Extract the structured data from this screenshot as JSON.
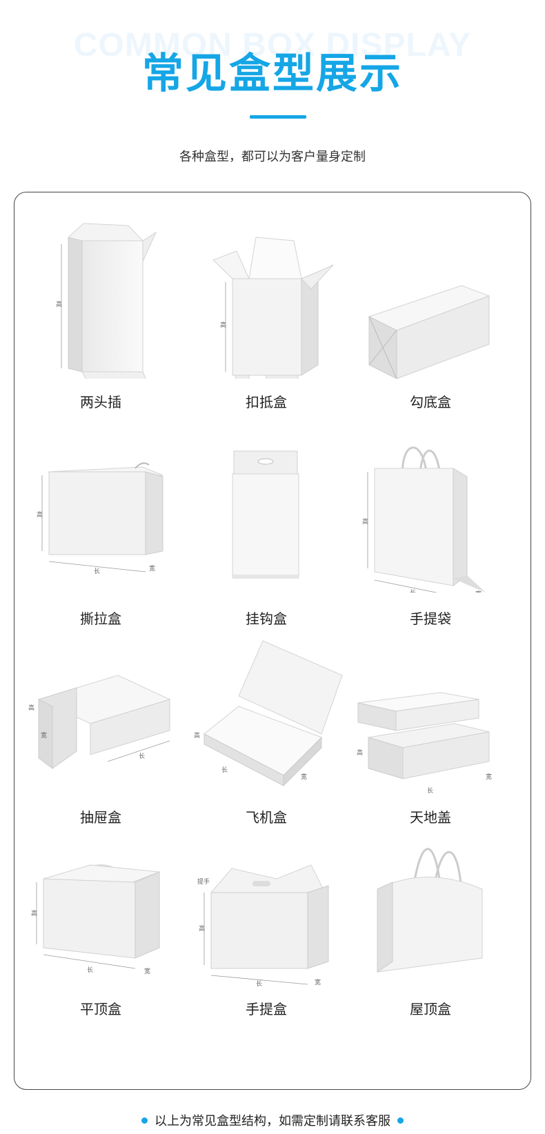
{
  "header": {
    "watermark": "COMMON BOX DISPLAY",
    "title": "常见盒型展示",
    "subtitle": "各种盒型，都可以为客户量身定制"
  },
  "boxes": [
    {
      "label": "两头插",
      "icon": "tuck-end-box-icon"
    },
    {
      "label": "扣抵盒",
      "icon": "lock-bottom-box-icon"
    },
    {
      "label": "勾底盒",
      "icon": "hook-bottom-box-icon"
    },
    {
      "label": "撕拉盒",
      "icon": "tear-strip-box-icon"
    },
    {
      "label": "挂钩盒",
      "icon": "hanger-box-icon"
    },
    {
      "label": "手提袋",
      "icon": "handbag-icon"
    },
    {
      "label": "抽屉盒",
      "icon": "drawer-box-icon"
    },
    {
      "label": "飞机盒",
      "icon": "mailer-box-icon"
    },
    {
      "label": "天地盖",
      "icon": "lid-base-box-icon"
    },
    {
      "label": "平顶盒",
      "icon": "flat-top-box-icon"
    },
    {
      "label": "手提盒",
      "icon": "handle-box-icon"
    },
    {
      "label": "屋顶盒",
      "icon": "gable-box-icon"
    }
  ],
  "dims": {
    "height": "高",
    "length": "长",
    "width": "宽",
    "handle": "提手"
  },
  "footer": {
    "note": "以上为常见盒型结构，如需定制请联系客服"
  },
  "colors": {
    "accent": "#15a6e6",
    "watermark": "#eef6fd",
    "box_face": "#f2f2f2"
  }
}
